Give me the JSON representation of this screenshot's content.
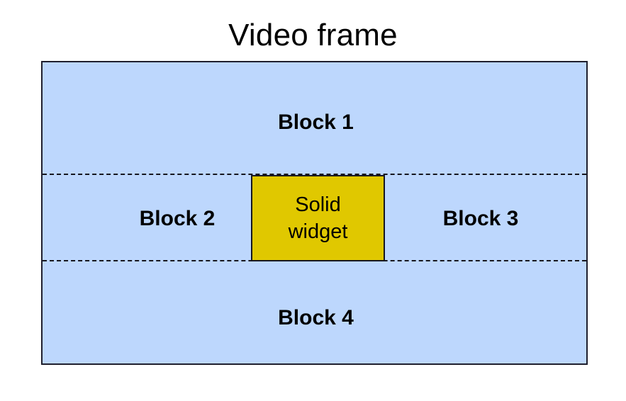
{
  "diagram": {
    "title": "Video frame",
    "colors": {
      "background": "#ffffff",
      "frame_fill": "#bdd7fd",
      "frame_border": "#1f1f2e",
      "widget_fill": "#e0c800",
      "widget_border": "#17171f",
      "divider": "#16161e",
      "text": "#000000"
    },
    "frame": {
      "label": "Video frame"
    },
    "blocks": [
      {
        "id": "block-1",
        "label": "Block 1"
      },
      {
        "id": "block-2",
        "label": "Block 2"
      },
      {
        "id": "block-3",
        "label": "Block 3"
      },
      {
        "id": "block-4",
        "label": "Block 4"
      }
    ],
    "widget": {
      "label": "Solid\nwidget",
      "line1": "Solid",
      "line2": "widget"
    },
    "dividers": [
      {
        "id": "divider-top",
        "style": "dashed"
      },
      {
        "id": "divider-bottom",
        "style": "dashed"
      }
    ]
  }
}
